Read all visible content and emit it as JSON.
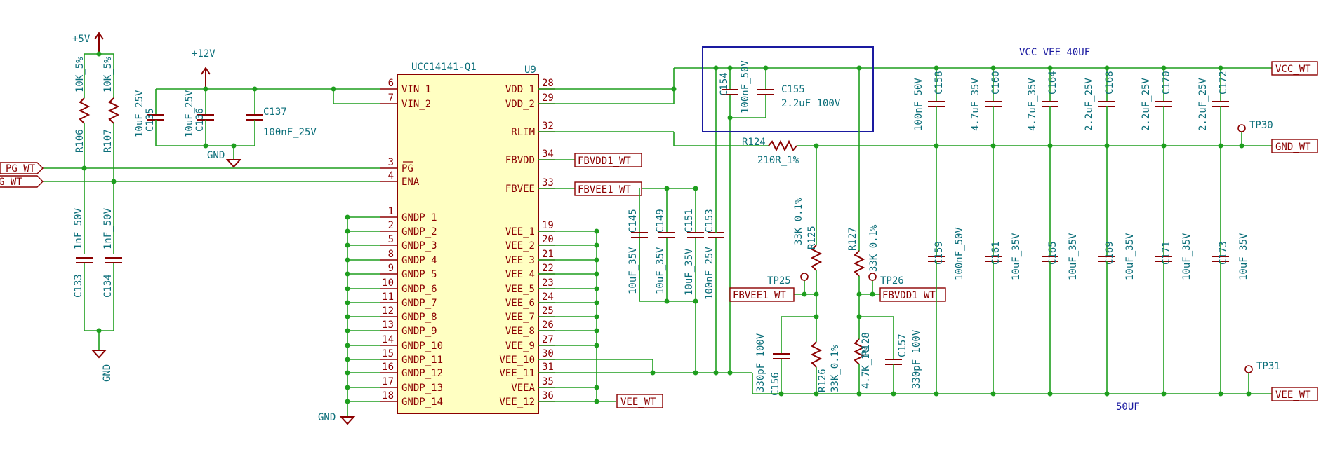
{
  "ic": {
    "name": "UCC14141-Q1",
    "ref": "U9",
    "left_pins": [
      {
        "num": "6",
        "name": "VIN_1"
      },
      {
        "num": "7",
        "name": "VIN_2"
      },
      {
        "num": "3",
        "name": "PG"
      },
      {
        "num": "4",
        "name": "ENA"
      },
      {
        "num": "1",
        "name": "GNDP_1"
      },
      {
        "num": "2",
        "name": "GNDP_2"
      },
      {
        "num": "5",
        "name": "GNDP_3"
      },
      {
        "num": "8",
        "name": "GNDP_4"
      },
      {
        "num": "9",
        "name": "GNDP_5"
      },
      {
        "num": "10",
        "name": "GNDP_6"
      },
      {
        "num": "11",
        "name": "GNDP_7"
      },
      {
        "num": "12",
        "name": "GNDP_8"
      },
      {
        "num": "13",
        "name": "GNDP_9"
      },
      {
        "num": "14",
        "name": "GNDP_10"
      },
      {
        "num": "15",
        "name": "GNDP_11"
      },
      {
        "num": "16",
        "name": "GNDP_12"
      },
      {
        "num": "17",
        "name": "GNDP_13"
      },
      {
        "num": "18",
        "name": "GNDP_14"
      }
    ],
    "right_pins": [
      {
        "num": "28",
        "name": "VDD_1"
      },
      {
        "num": "29",
        "name": "VDD_2"
      },
      {
        "num": "32",
        "name": "RLIM"
      },
      {
        "num": "34",
        "name": "FBVDD"
      },
      {
        "num": "33",
        "name": "FBVEE"
      },
      {
        "num": "19",
        "name": "VEE_1"
      },
      {
        "num": "20",
        "name": "VEE_2"
      },
      {
        "num": "21",
        "name": "VEE_3"
      },
      {
        "num": "22",
        "name": "VEE_4"
      },
      {
        "num": "23",
        "name": "VEE_5"
      },
      {
        "num": "24",
        "name": "VEE_6"
      },
      {
        "num": "25",
        "name": "VEE_7"
      },
      {
        "num": "26",
        "name": "VEE_8"
      },
      {
        "num": "27",
        "name": "VEE_9"
      },
      {
        "num": "30",
        "name": "VEE_10"
      },
      {
        "num": "31",
        "name": "VEE_11"
      },
      {
        "num": "35",
        "name": "VEEA"
      },
      {
        "num": "36",
        "name": "VEE_12"
      }
    ]
  },
  "power": {
    "p5v": "+5V",
    "p12v": "+12V",
    "gnd": "GND"
  },
  "labels": {
    "pg_wt": "PG_WT",
    "g_wt": "G_WT",
    "fbvdd1_wt": "FBVDD1_WT",
    "fbvee1_wt": "FBVEE1_WT",
    "vee_wt": "VEE_WT",
    "vcc_wt": "VCC_WT",
    "gnd_wt": "GND_WT"
  },
  "notes": {
    "vcc_vee": "VCC VEE 40UF",
    "fifty": "50UF"
  },
  "testpoints": {
    "tp25": "TP25",
    "tp26": "TP26",
    "tp30": "TP30",
    "tp31": "TP31"
  },
  "parts": {
    "r106": {
      "ref": "R106",
      "val": "10K_5%"
    },
    "r107": {
      "ref": "R107",
      "val": "10K_5%"
    },
    "c133": {
      "ref": "C133",
      "val": "1nF_50V"
    },
    "c134": {
      "ref": "C134",
      "val": "1nF_50V"
    },
    "c135": {
      "ref": "C135",
      "val": "10uF_25V"
    },
    "c136": {
      "ref": "C136",
      "val": "10uF_25V"
    },
    "c137": {
      "ref": "C137",
      "val": "100nF_25V"
    },
    "c145": {
      "ref": "C145",
      "val": "10uF_35V"
    },
    "c149": {
      "ref": "C149",
      "val": "10uF_35V"
    },
    "c151": {
      "ref": "C151",
      "val": "10uF_35V"
    },
    "c153": {
      "ref": "C153",
      "val": "100nF_25V"
    },
    "c154": {
      "ref": "C154",
      "val": "100nF_50V"
    },
    "c155": {
      "ref": "C155",
      "val": "2.2uF_100V"
    },
    "r124": {
      "ref": "R124",
      "val": "210R_1%"
    },
    "r125": {
      "ref": "R125",
      "val": "33K_0.1%"
    },
    "r126": {
      "ref": "R126",
      "val": "33K_0.1%"
    },
    "r127": {
      "ref": "R127",
      "val": "33K_0.1%"
    },
    "r128": {
      "ref": "R128",
      "val": "4.7K_1%"
    },
    "c156": {
      "ref": "C156",
      "val": "330pF_100V"
    },
    "c157": {
      "ref": "C157",
      "val": "330pF_100V"
    },
    "c158": {
      "ref": "C158",
      "val": "100nF_50V"
    },
    "c160": {
      "ref": "C160",
      "val": "4.7uF_35V"
    },
    "c164": {
      "ref": "C164",
      "val": "4.7uF_35V"
    },
    "c168": {
      "ref": "C168",
      "val": "2.2uF_25V"
    },
    "c170": {
      "ref": "C170",
      "val": "2.2uF_25V"
    },
    "c172": {
      "ref": "C172",
      "val": "2.2uF_25V"
    },
    "c159": {
      "ref": "C159",
      "val": "100nF_50V"
    },
    "c161": {
      "ref": "C161",
      "val": "10uF_35V"
    },
    "c165": {
      "ref": "C165",
      "val": "10uF_35V"
    },
    "c169": {
      "ref": "C169",
      "val": "10uF_35V"
    },
    "c171": {
      "ref": "C171",
      "val": "10uF_35V"
    },
    "c173": {
      "ref": "C173",
      "val": "10uF_35V"
    }
  },
  "colors": {
    "wire": "#1e9e1e",
    "part": "#8b0000",
    "ic_fill": "#ffffc2",
    "ref_text": "#0b6e79",
    "note": "#1a1aa0"
  }
}
